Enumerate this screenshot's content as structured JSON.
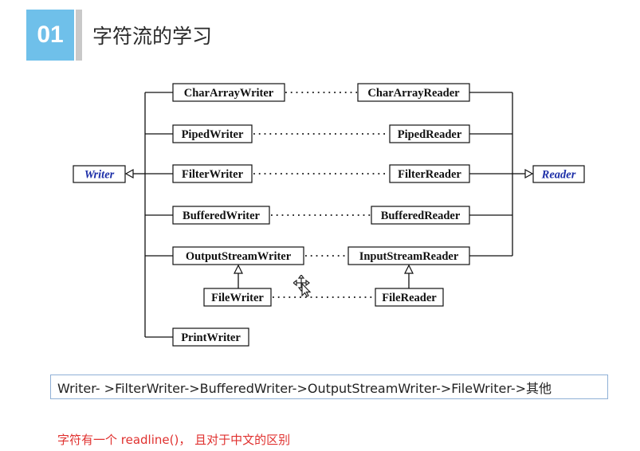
{
  "header": {
    "number": "01",
    "title": "字符流的学习"
  },
  "diagram": {
    "base_left": "Writer",
    "base_right": "Reader",
    "pairs": [
      {
        "writer": "CharArrayWriter",
        "reader": "CharArrayReader"
      },
      {
        "writer": "PipedWriter",
        "reader": "PipedReader"
      },
      {
        "writer": "FilterWriter",
        "reader": "FilterReader"
      },
      {
        "writer": "BufferedWriter",
        "reader": "BufferedReader"
      },
      {
        "writer": "OutputStreamWriter",
        "reader": "InputStreamReader"
      }
    ],
    "sub_pair": {
      "writer": "FileWriter",
      "reader": "FileReader"
    },
    "extra_writer": "PrintWriter"
  },
  "chain_text": "Writer- >FilterWriter->BufferedWriter->OutputStreamWriter->FileWriter->其他",
  "note": "字符有一个 readline()， 且对于中文的区别"
}
